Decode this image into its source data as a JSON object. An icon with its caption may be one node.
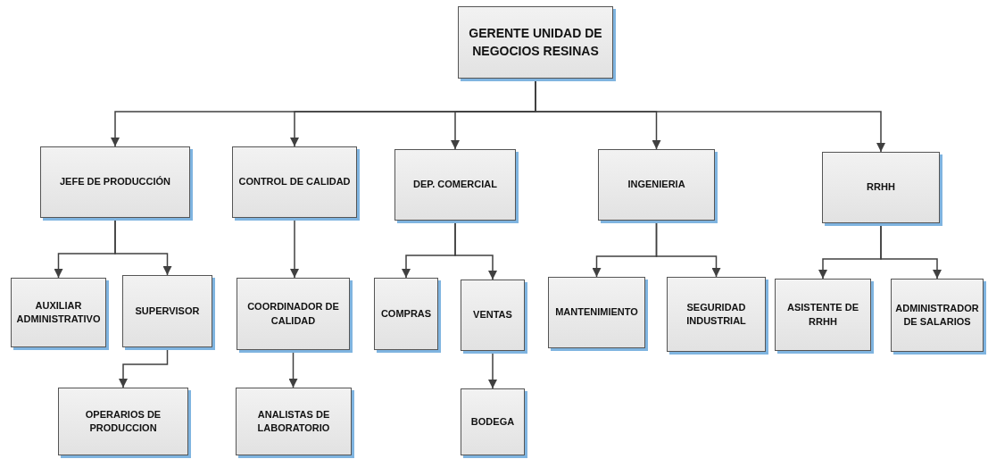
{
  "diagram": {
    "nodes": [
      {
        "text": [
          "GERENTE UNIDAD DE NEGOCIOS RESINAS"
        ]
      },
      {
        "text": [
          "JEFE DE PRODUCCIÓN"
        ]
      },
      {
        "text": [
          "CONTROL DE CALIDAD"
        ]
      },
      {
        "text": [
          "DEP. COMERCIAL"
        ]
      },
      {
        "text": [
          "INGENIERIA"
        ]
      },
      {
        "text": [
          "RRHH"
        ]
      },
      {
        "text": [
          "AUXILIAR ADMINISTRATIVO"
        ]
      },
      {
        "text": [
          "SUPERVISOR"
        ]
      },
      {
        "text": [
          "OPERARIOS DE PRODUCCION"
        ]
      },
      {
        "text": [
          "COORDINADOR DE CALIDAD"
        ]
      },
      {
        "text": [
          "ANALISTAS DE LABORATORIO"
        ]
      },
      {
        "text": [
          "COMPRAS"
        ]
      },
      {
        "text": [
          "VENTAS"
        ]
      },
      {
        "text": [
          "BODEGA"
        ]
      },
      {
        "text": [
          "MANTENIMIENTO"
        ]
      },
      {
        "text": [
          "SEGURIDAD INDUSTRIAL"
        ]
      },
      {
        "text": [
          "ASISTENTE DE RRHH"
        ]
      },
      {
        "text": [
          "ADMINISTRADOR DE SALARIOS"
        ]
      }
    ],
    "edges": [
      {
        "from": 0,
        "to": 1,
        "arrow": "to"
      },
      {
        "from": 0,
        "to": 2,
        "arrow": "to"
      },
      {
        "from": 0,
        "to": 3,
        "arrow": "to"
      },
      {
        "from": 0,
        "to": 4,
        "arrow": "to"
      },
      {
        "from": 0,
        "to": 5,
        "arrow": "to"
      },
      {
        "from": 1,
        "to": 6,
        "arrow": "to"
      },
      {
        "from": 1,
        "to": 7,
        "arrow": "to"
      },
      {
        "from": 7,
        "to": 8,
        "arrow": "to"
      },
      {
        "from": 2,
        "to": 9,
        "arrow": "to"
      },
      {
        "from": 9,
        "to": 10,
        "arrow": "to"
      },
      {
        "from": 3,
        "to": 11,
        "arrow": "to"
      },
      {
        "from": 3,
        "to": 12,
        "arrow": "to"
      },
      {
        "from": 12,
        "to": 13,
        "arrow": "to"
      },
      {
        "from": 4,
        "to": 14,
        "arrow": "to"
      },
      {
        "from": 4,
        "to": 15,
        "arrow": "to"
      },
      {
        "from": 5,
        "to": 16,
        "arrow": "to"
      },
      {
        "from": 5,
        "to": 17,
        "arrow": "to"
      }
    ]
  }
}
